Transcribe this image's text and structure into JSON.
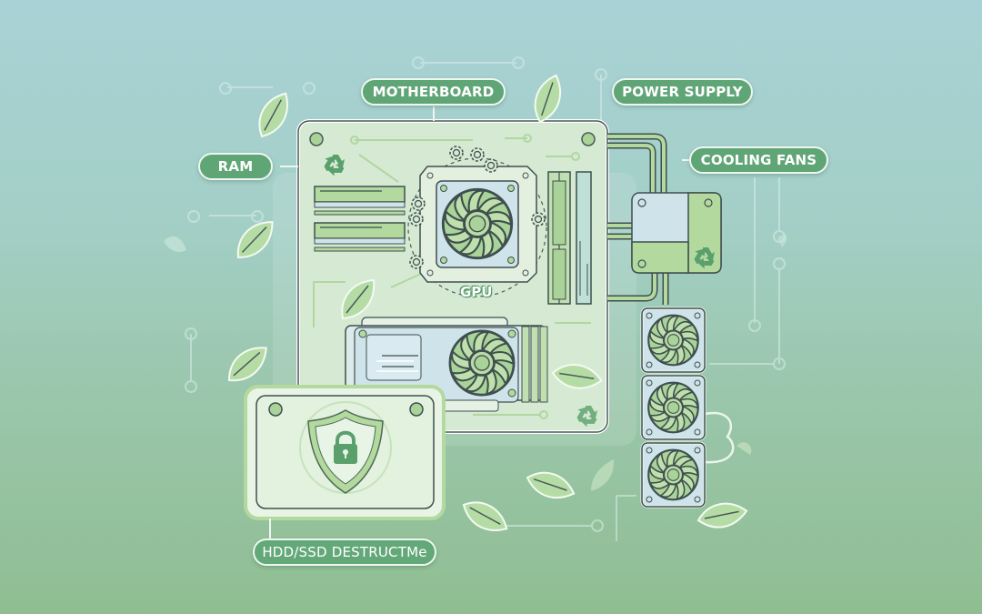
{
  "diagram": {
    "title": "PC hardware recycling illustration",
    "labels": {
      "motherboard": "MOTHERBOARD",
      "power_supply": "POWER SUPPLY",
      "ram": "RAM",
      "cooling_fans": "COOLING FANS",
      "gpu": "GPU",
      "drive_destruction": "HDD/SSD DESTRUCTMe"
    },
    "icons": {
      "recycle": "recycle-icon",
      "shield_lock": "shield-lock-icon",
      "fan": "fan-icon",
      "leaf": "leaf-icon",
      "gear": "gear-icon"
    },
    "colors": {
      "label_fill": "#5fa576",
      "label_border": "#eef7ef",
      "board_fill": "#d6ead3",
      "component_green": "#a9d398",
      "component_blue": "#cfe3ea",
      "outline": "#4a5a5a",
      "background_top": "#a9d2d6",
      "background_bottom": "#90be92"
    },
    "cooling_fan_count": 3,
    "ram_stick_count": 2
  }
}
